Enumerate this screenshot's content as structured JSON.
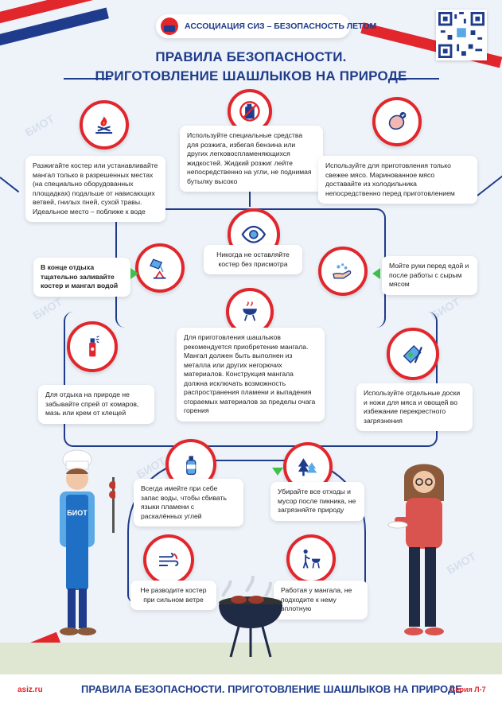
{
  "header": {
    "org_name": "АССОЦИАЦИЯ СИЗ – БЕЗОПАСНОСТЬ ЛЕТОМ",
    "qr_code": "qr-code-icon",
    "logo": "siz-logo-icon"
  },
  "title": {
    "line1": "ПРАВИЛА БЕЗОПАСНОСТИ.",
    "line2": "ПРИГОТОВЛЕНИЕ ШАШЛЫКОВ НА ПРИРОДЕ"
  },
  "rules": [
    {
      "text": "Разжигайте костер или устанавливайте мангал только в разрешенных местах (на специально оборудованных площадках) подальше от нависающих ветвей, гнилых пней, сухой травы. Идеальное место – поближе к воде",
      "icon": "campfire-icon"
    },
    {
      "text": "Используйте специальные средства для розжига, избегая бензина или других легковоспламеняющихся жидкостей. Жидкий розжиг лейте непосредственно на угли, не поднимая бутылку высоко",
      "icon": "no-gasoline-icon"
    },
    {
      "text": "Используйте для приготовления только свежее мясо. Маринованное мясо доставайте из холодильника непосредственно перед приготовлением",
      "icon": "fresh-meat-icon"
    },
    {
      "text": "Никогда не оставляйте костер без присмотра",
      "icon": "eye-icon"
    },
    {
      "text": "В конце отдыха тщательно заливайте костер и мангал водой",
      "icon": "water-bucket-icon"
    },
    {
      "text": "Мойте руки перед едой и после работы с сырым мясом",
      "icon": "wash-hands-icon"
    },
    {
      "text": "Для приготовления шашлыков рекомендуется приобретение мангала. Мангал должен быть выполнен из металла или других негорючих материалов. Конструкция мангала должна исключать возможность распространения пламени и выпадения сгораемых материалов за пределы очага горения",
      "icon": "grill-icon"
    },
    {
      "text": "Для отдыха на природе не забывайте спрей от комаров, мазь или крем от клещей",
      "icon": "spray-icon"
    },
    {
      "text": "Используйте отдельные доски и ножи для мяса и овощей во избежание перекрестного загрязнения",
      "icon": "knife-board-icon"
    },
    {
      "text": "Всегда имейте при себе запас воды, чтобы сбивать языки пламени с раскалённых углей",
      "icon": "water-bottle-icon"
    },
    {
      "text": "Убирайте все отходы и мусор после пикника, не загрязняйте природу",
      "icon": "trees-icon"
    },
    {
      "text": "Не разводите костер при сильном ветре",
      "icon": "wind-icon"
    },
    {
      "text": "Работая у мангала, не подходите к нему вплотную",
      "icon": "person-grill-icon"
    }
  ],
  "illustration": {
    "apron_label": "БИОТ",
    "watermark": "БИОТ"
  },
  "footer": {
    "site": "asiz.ru",
    "title": "ПРАВИЛА БЕЗОПАСНОСТИ. ПРИГОТОВЛЕНИЕ ШАШЛЫКОВ НА ПРИРОДЕ",
    "series": "Серия Л-7"
  },
  "colors": {
    "red": "#e1262c",
    "blue": "#1f3c8c",
    "green": "#3ec04a"
  }
}
